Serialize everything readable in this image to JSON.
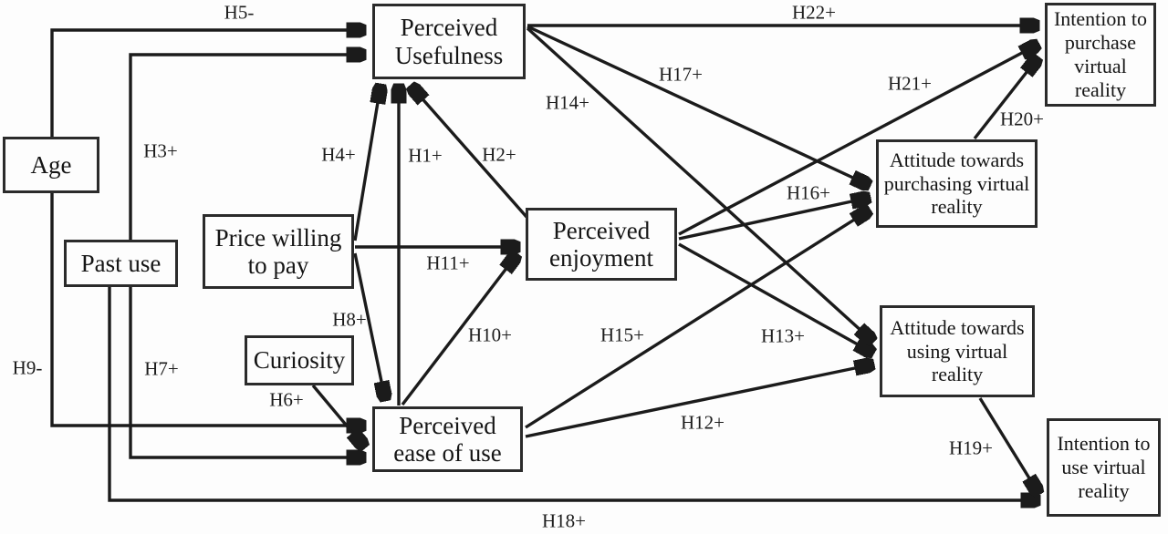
{
  "nodes": {
    "age": {
      "label": "Age"
    },
    "past_use": {
      "label": "Past use"
    },
    "price_willing_to_pay": {
      "label": "Price willing\nto pay"
    },
    "curiosity": {
      "label": "Curiosity"
    },
    "perceived_usefulness": {
      "label": "Perceived\nUsefulness"
    },
    "perceived_enjoyment": {
      "label": "Perceived\nenjoyment"
    },
    "perceived_ease_of_use": {
      "label": "Perceived\nease of use"
    },
    "attitude_purchasing": {
      "label": "Attitude towards\npurchasing virtual\nreality"
    },
    "attitude_using": {
      "label": "Attitude towards\nusing virtual\nreality"
    },
    "intention_purchase": {
      "label": "Intention to\npurchase\nvirtual\nreality"
    },
    "intention_use": {
      "label": "Intention to\nuse virtual\nreality"
    }
  },
  "edges": [
    {
      "label": "H1+",
      "from": "perceived_ease_of_use",
      "to": "perceived_usefulness",
      "sign": "positive"
    },
    {
      "label": "H2+",
      "from": "perceived_enjoyment",
      "to": "perceived_usefulness",
      "sign": "positive"
    },
    {
      "label": "H3+",
      "from": "past_use",
      "to": "perceived_usefulness",
      "sign": "positive"
    },
    {
      "label": "H4+",
      "from": "price_willing_to_pay",
      "to": "perceived_usefulness",
      "sign": "positive"
    },
    {
      "label": "H5-",
      "from": "age",
      "to": "perceived_usefulness",
      "sign": "negative"
    },
    {
      "label": "H6+",
      "from": "curiosity",
      "to": "perceived_ease_of_use",
      "sign": "positive"
    },
    {
      "label": "H7+",
      "from": "past_use",
      "to": "perceived_ease_of_use",
      "sign": "positive"
    },
    {
      "label": "H8+",
      "from": "price_willing_to_pay",
      "to": "perceived_ease_of_use",
      "sign": "positive"
    },
    {
      "label": "H9-",
      "from": "age",
      "to": "perceived_ease_of_use",
      "sign": "negative"
    },
    {
      "label": "H10+",
      "from": "perceived_ease_of_use",
      "to": "perceived_enjoyment",
      "sign": "positive"
    },
    {
      "label": "H11+",
      "from": "price_willing_to_pay",
      "to": "perceived_enjoyment",
      "sign": "positive"
    },
    {
      "label": "H12+",
      "from": "perceived_ease_of_use",
      "to": "attitude_using",
      "sign": "positive"
    },
    {
      "label": "H13+",
      "from": "perceived_enjoyment",
      "to": "attitude_using",
      "sign": "positive"
    },
    {
      "label": "H14+",
      "from": "perceived_usefulness",
      "to": "attitude_using",
      "sign": "positive"
    },
    {
      "label": "H15+",
      "from": "perceived_ease_of_use",
      "to": "attitude_purchasing",
      "sign": "positive"
    },
    {
      "label": "H16+",
      "from": "perceived_enjoyment",
      "to": "attitude_purchasing",
      "sign": "positive"
    },
    {
      "label": "H17+",
      "from": "perceived_usefulness",
      "to": "attitude_purchasing",
      "sign": "positive"
    },
    {
      "label": "H18+",
      "from": "past_use",
      "to": "intention_use",
      "sign": "positive"
    },
    {
      "label": "H19+",
      "from": "attitude_using",
      "to": "intention_use",
      "sign": "positive"
    },
    {
      "label": "H20+",
      "from": "attitude_purchasing",
      "to": "intention_purchase",
      "sign": "positive"
    },
    {
      "label": "H21+",
      "from": "perceived_enjoyment",
      "to": "intention_purchase",
      "sign": "positive"
    },
    {
      "label": "H22+",
      "from": "perceived_usefulness",
      "to": "intention_purchase",
      "sign": "positive"
    }
  ],
  "colors": {
    "line": "#1b1b1b",
    "box_border": "#2b2b2b",
    "background": "#fdfdfd",
    "text": "#151515"
  }
}
